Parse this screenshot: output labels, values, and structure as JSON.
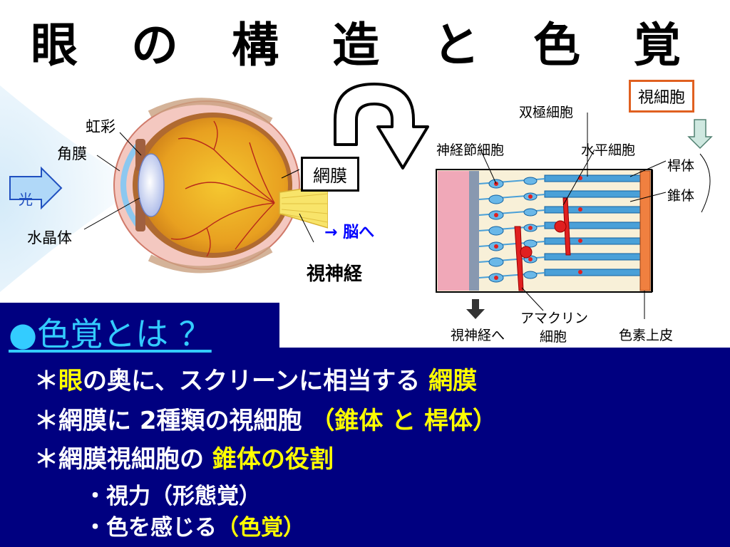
{
  "title": "眼 の 構 造 と 色 覚",
  "eye_labels": {
    "iris": "虹彩",
    "cornea": "角膜",
    "light": "光",
    "lens": "水晶体",
    "retina": "網膜",
    "to_brain": "→ 脳へ",
    "optic_nerve": "視神経"
  },
  "retina_labels": {
    "photoreceptor": "視細胞",
    "bipolar": "双極細胞",
    "ganglion": "神経節細胞",
    "horizontal": "水平細胞",
    "rod": "桿体",
    "cone": "錐体",
    "amacrine_1": "アマクリン",
    "amacrine_2": "細胞",
    "optic_nerve_to": "視神経へ",
    "pigment_epithelium": "色素上皮"
  },
  "panel": {
    "heading": "●色覚とは ？",
    "line1_prefix": "＊",
    "line1_a": "眼",
    "line1_b": "の奥に、スクリーンに相当する ",
    "line1_c": "網膜",
    "line2_a": "＊網膜に 2種類の視細胞 ",
    "line2_b": "（錐体 と 桿体）",
    "line3_a": "＊網膜視細胞の ",
    "line3_b": "錐体の役割",
    "sub1": "・視力（形態覚）",
    "sub2_a": "・色を感じる",
    "sub2_b": "（色覚）"
  },
  "colors": {
    "panel_bg": "#000080",
    "heading": "#33ccff",
    "highlight": "#ffff00",
    "photoreceptor_box": "#e06020"
  }
}
